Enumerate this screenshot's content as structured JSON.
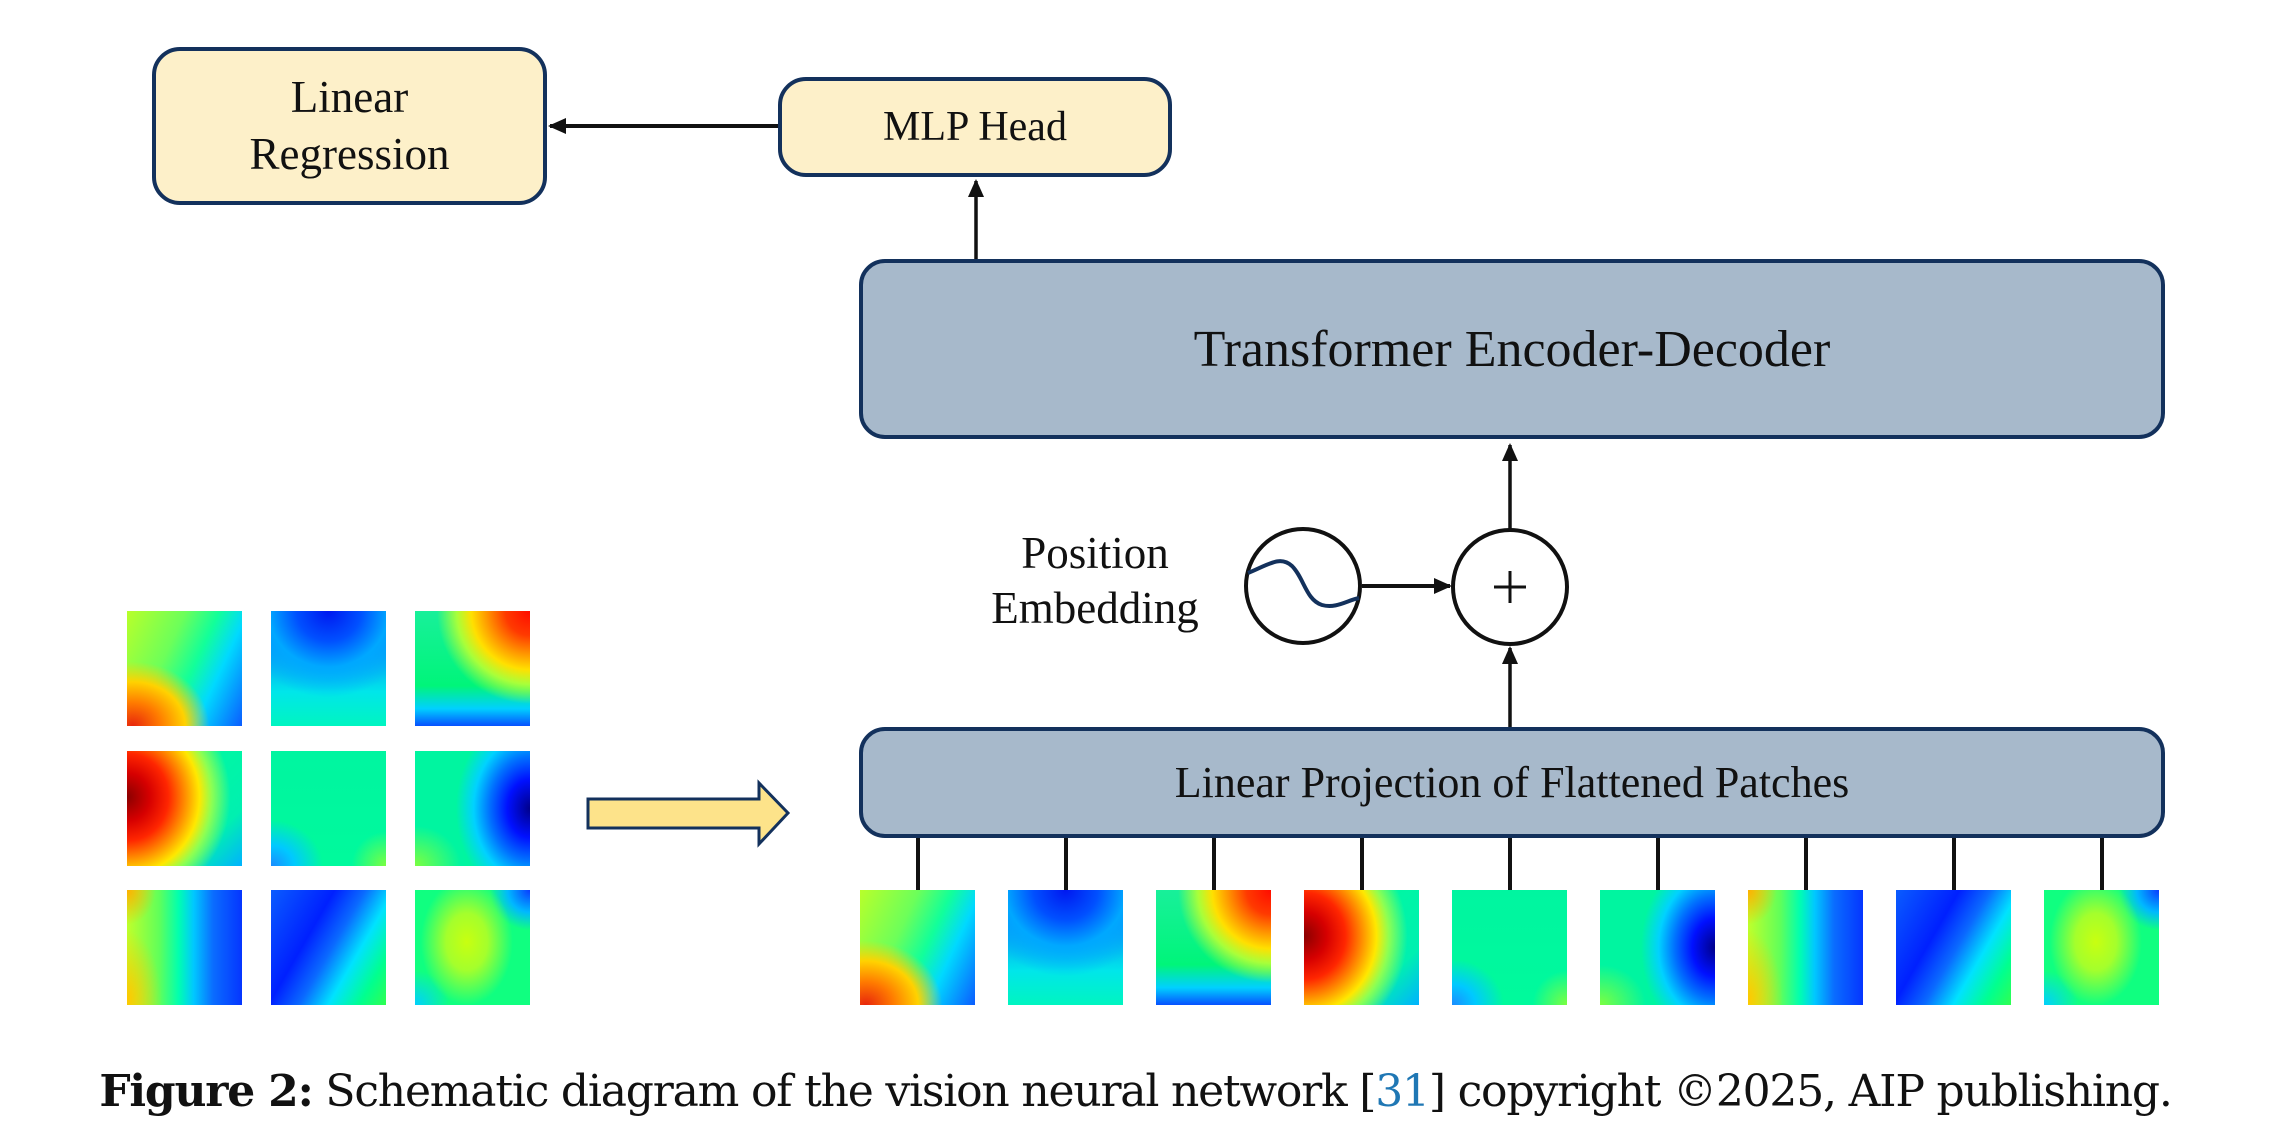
{
  "diagram": {
    "title": "Vision transformer schematic",
    "boxes": {
      "linear_regression": {
        "line1": "Linear",
        "line2": "Regression"
      },
      "mlp_head": "MLP Head",
      "transformer": "Transformer Encoder-Decoder",
      "projection": "Linear Projection of Flattened Patches"
    },
    "position_embedding": {
      "line1": "Position",
      "line2": "Embedding"
    },
    "add_operator": "+",
    "input_grid": {
      "rows": 3,
      "cols": 3,
      "colormap": "jet"
    },
    "patch_sequence_count": 9,
    "colors": {
      "cream_fill": "#fdf0c9",
      "steel_fill": "#a7b9cb",
      "border": "#13315c",
      "arrow_fill": "#fde38a",
      "wave_stroke": "#13315c",
      "link": "#1f77b4"
    },
    "flow": [
      "input image grid → flattened patches",
      "patches → Linear Projection of Flattened Patches",
      "projection + Position Embedding → Transformer Encoder-Decoder",
      "Transformer Encoder-Decoder → MLP Head",
      "MLP Head → Linear Regression"
    ]
  },
  "caption": {
    "label": "Figure 2:",
    "text_before_ref": " Schematic diagram of the vision neural network [",
    "ref": "31",
    "text_after_ref": "] copyright ©2025, AIP publishing."
  }
}
